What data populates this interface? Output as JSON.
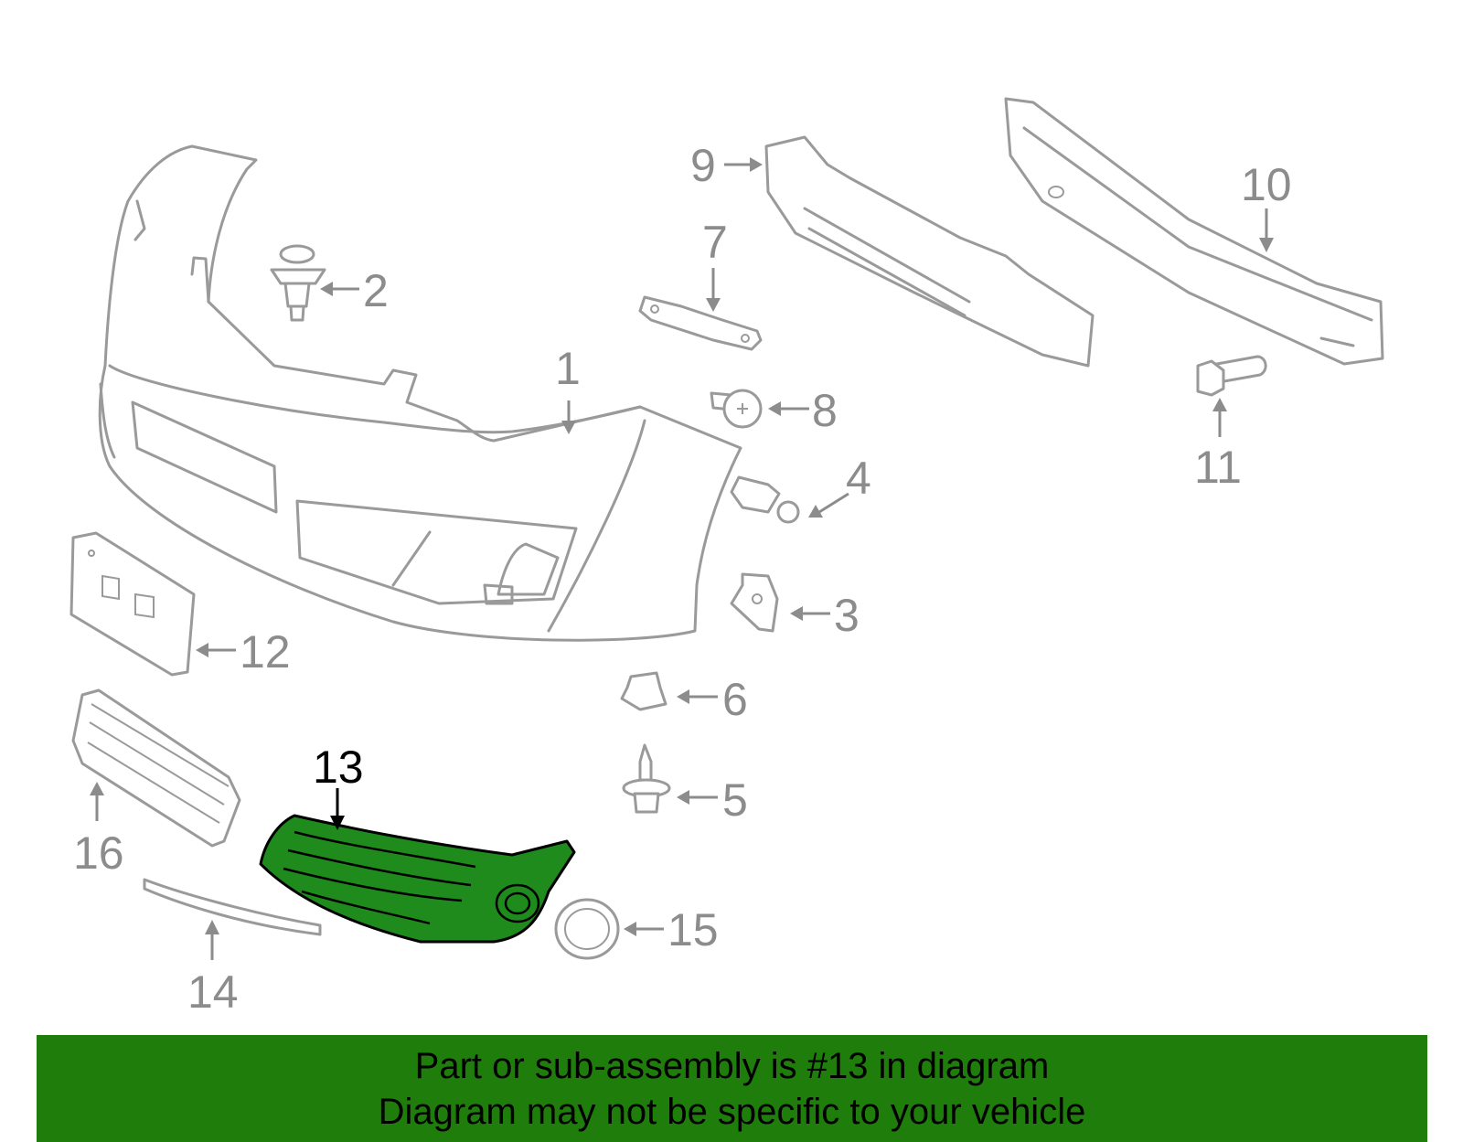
{
  "banner": {
    "line1": "Part or sub-assembly is #13 in diagram",
    "line2": "Diagram may not be specific to your vehicle",
    "background": "#1f7d0b"
  },
  "highlight": {
    "part_number": "13",
    "color": "#1f8b1c"
  },
  "callouts": [
    {
      "id": "1",
      "label": "1"
    },
    {
      "id": "2",
      "label": "2"
    },
    {
      "id": "3",
      "label": "3"
    },
    {
      "id": "4",
      "label": "4"
    },
    {
      "id": "5",
      "label": "5"
    },
    {
      "id": "6",
      "label": "6"
    },
    {
      "id": "7",
      "label": "7"
    },
    {
      "id": "8",
      "label": "8"
    },
    {
      "id": "9",
      "label": "9"
    },
    {
      "id": "10",
      "label": "10"
    },
    {
      "id": "11",
      "label": "11"
    },
    {
      "id": "12",
      "label": "12"
    },
    {
      "id": "13",
      "label": "13"
    },
    {
      "id": "14",
      "label": "14"
    },
    {
      "id": "15",
      "label": "15"
    },
    {
      "id": "16",
      "label": "16"
    }
  ]
}
